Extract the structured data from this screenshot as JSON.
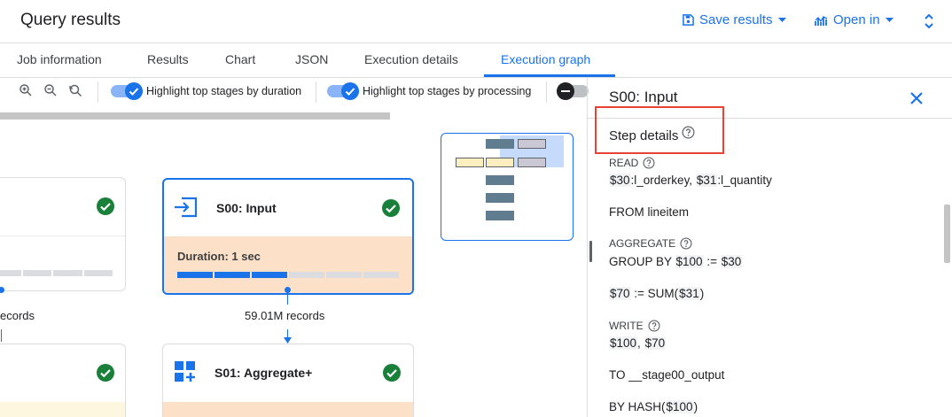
{
  "header": {
    "title": "Query results",
    "save_label": "Save results",
    "open_label": "Open in"
  },
  "tabs": [
    {
      "label": "Job information"
    },
    {
      "label": "Results"
    },
    {
      "label": "Chart"
    },
    {
      "label": "JSON"
    },
    {
      "label": "Execution details"
    },
    {
      "label": "Execution graph",
      "active": true
    }
  ],
  "toolbar": {
    "toggle1_label": "Highlight top stages by duration",
    "toggle2_label": "Highlight top stages by processing",
    "toggle1_on": true,
    "toggle2_on": true
  },
  "graph": {
    "left_card_records": "ecords",
    "s00": {
      "title": "S00: Input",
      "duration": "Duration: 1 sec",
      "records": "59.01M records",
      "progress_filled_segments": 3,
      "progress_total_segments": 6
    },
    "s01": {
      "title": "S01: Aggregate+"
    }
  },
  "panel": {
    "title": "S00: Input",
    "step_details_label": "Step details",
    "read_label": "READ",
    "read_line": {
      "p1": "$30",
      "p2": ":l_orderkey, ",
      "p3": "$31",
      "p4": ":l_quantity"
    },
    "from_line": "FROM lineitem",
    "aggregate_label": "AGGREGATE",
    "group_line": {
      "p1": "GROUP BY ",
      "p2": "$100",
      "p3": " := ",
      "p4": "$30"
    },
    "sum_line": {
      "p1": "$70",
      "p2": " := SUM(",
      "p3": "$31",
      "p4": ")"
    },
    "write_label": "WRITE",
    "write_line": {
      "p1": "$100",
      "p2": ", ",
      "p3": "$70"
    },
    "to_line": "TO __stage00_output",
    "hash_line": {
      "p1": "BY HASH(",
      "p2": "$100",
      "p3": ")"
    }
  },
  "colors": {
    "accent": "#1a73e8",
    "success": "#188038",
    "highlight_border": "#ea4335",
    "duration_band": "#fce0c7"
  },
  "icons": [
    "save-icon",
    "chart-icon",
    "zoom-in-icon",
    "zoom-out-icon",
    "zoom-reset-icon",
    "check-circle-icon",
    "input-icon",
    "aggregate-icon",
    "help-icon",
    "close-icon"
  ]
}
